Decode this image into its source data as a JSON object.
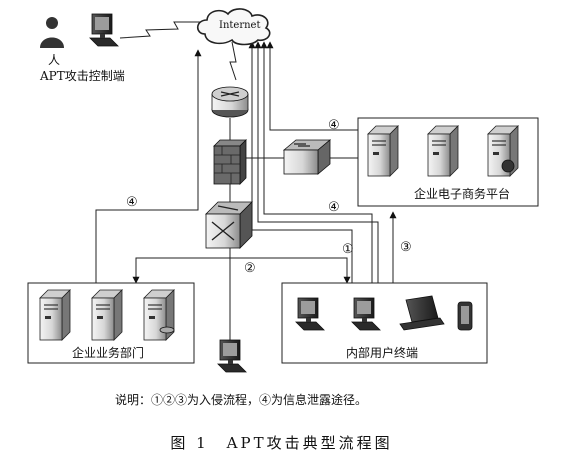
{
  "labels": {
    "internet": "Internet",
    "person": "人",
    "apt_control": "APT攻击控制端",
    "ecommerce": "企业电子商务平台",
    "business_dept": "企业业务部门",
    "internal_users": "内部用户终端"
  },
  "step_markers": {
    "eco_top": "④",
    "left_branch": "④",
    "eco_mid": "④",
    "step1": "①",
    "step2": "②",
    "step3": "③"
  },
  "note": "说明：①②③为入侵流程，④为信息泄露途径。",
  "caption": "图 1　APT攻击典型流程图",
  "colors": {
    "line": "#222222",
    "device": "#3a3a3a",
    "device_light": "#e9e9e9"
  }
}
